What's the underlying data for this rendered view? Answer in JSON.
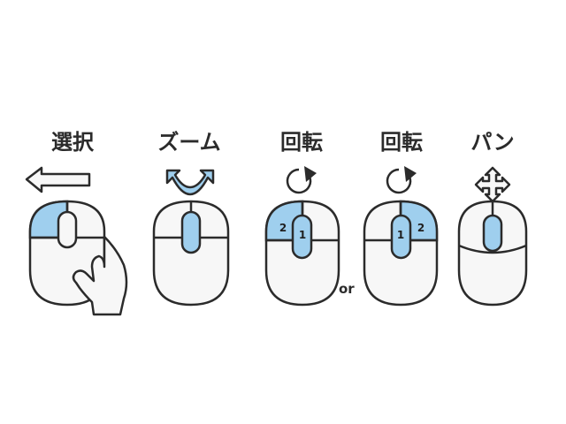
{
  "labels": {
    "select": "選択",
    "zoom": "ズーム",
    "rotate_left": "回転",
    "rotate_right": "回転",
    "pan": "パン"
  },
  "or_text": "or",
  "button_numbers": {
    "left_mouse_right_button": "2",
    "left_mouse_wheel": "1",
    "right_mouse_wheel": "1",
    "right_mouse_left_button": "2"
  },
  "colors": {
    "stroke": "#2b2b2b",
    "highlight": "#9fcfee",
    "body": "#f7f7f7"
  },
  "icons": {
    "select": "left-arrow-icon",
    "zoom": "up-down-curved-arrow-icon",
    "rotate": "rotate-arrow-icon",
    "pan": "four-way-arrow-icon"
  }
}
